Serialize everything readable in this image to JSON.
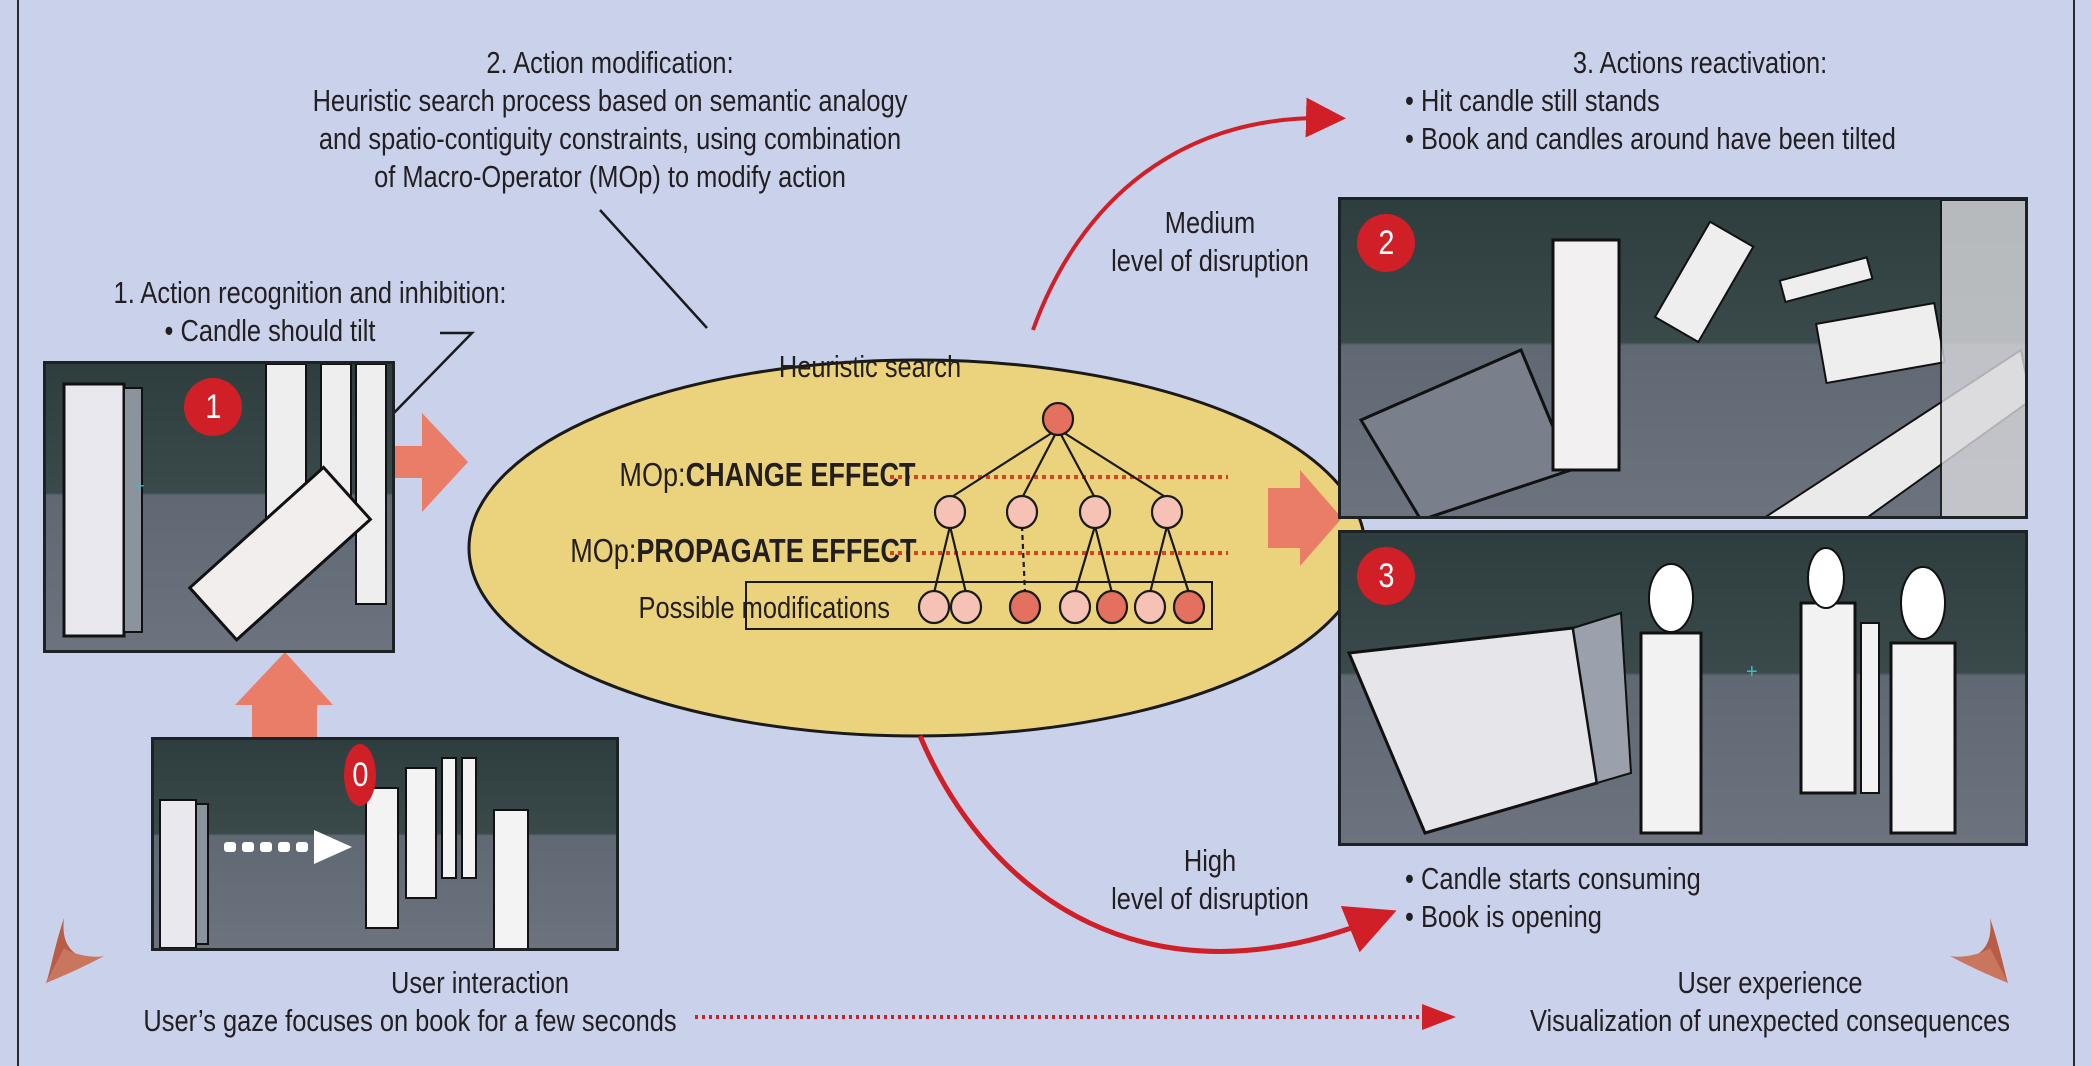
{
  "figure": {
    "step1": {
      "title": "1. Action recognition and inhibition:",
      "bullets": [
        "Candle should tilt"
      ]
    },
    "step2": {
      "title": "2. Action modification:",
      "lines": [
        "Heuristic search process based on semantic analogy",
        "and spatio-contiguity constraints, using combination",
        "of Macro-Operator (MOp) to modify action"
      ]
    },
    "step3": {
      "title": "3. Actions reactivation:",
      "bullets": [
        "Hit candle still stands",
        "Book and candles around have been tilted"
      ]
    },
    "high_outcome": {
      "bullets": [
        "Candle starts consuming",
        "Book is opening"
      ]
    },
    "disruption": {
      "medium": [
        "Medium",
        "level of disruption"
      ],
      "high": [
        "High",
        "level of disruption"
      ]
    },
    "heuristic": {
      "title": "Heuristic search",
      "mop1_prefix": "MOp:",
      "mop1_name": "CHANGE EFFECT",
      "mop2_prefix": "MOp:",
      "mop2_name": "PROPAGATE EFFECT",
      "possible": "Possible modifications",
      "tree": {
        "root": "selected",
        "level1": [
          "unselected",
          "unselected",
          "unselected",
          "unselected"
        ],
        "leaves": [
          "unselected",
          "unselected",
          "selected",
          "unselected",
          "selected",
          "unselected",
          "selected"
        ]
      }
    },
    "panels": {
      "p0": {
        "badge": "0",
        "description": "Book with dotted gaze arrow pointing toward upright candles"
      },
      "p1": {
        "badge": "1",
        "description": "Book standing next to a candle tilting over"
      },
      "p2": {
        "badge": "2",
        "description": "Candle standing, book and surrounding candles tilted"
      },
      "p3": {
        "badge": "3",
        "description": "Lit candles and an opening book"
      }
    },
    "bottom": {
      "left_title": "User interaction",
      "left_sub": "User’s gaze focuses on book for a few seconds",
      "right_title": "User experience",
      "right_sub": "Visualization of unexpected consequences"
    },
    "colors": {
      "background": "#c9d1eb",
      "ellipse": "#ebd27c",
      "accent_red": "#d01f27",
      "block_arrow": "#e97d67",
      "node_light": "#f6c2b6",
      "node_dark": "#e4705f",
      "logo": "#b85c46"
    }
  }
}
